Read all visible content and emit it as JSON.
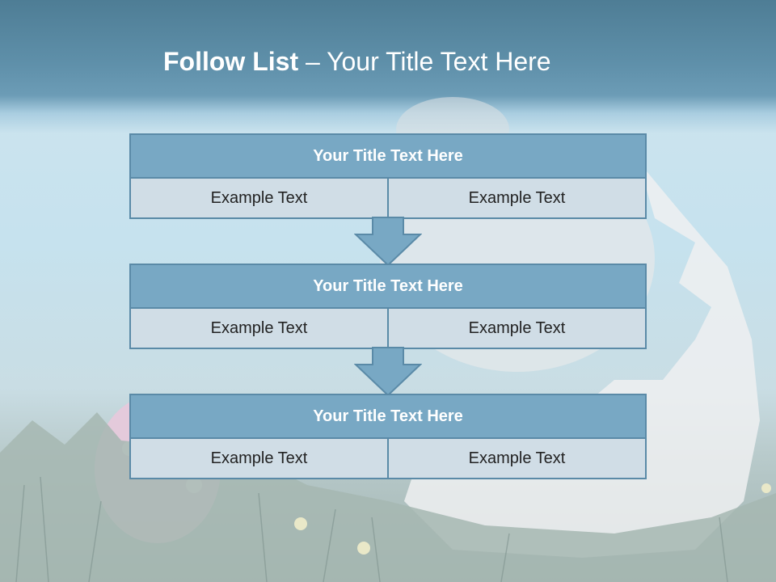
{
  "slide": {
    "title_bold": "Follow List",
    "title_rest": " – Your Title Text Here"
  },
  "steps": [
    {
      "title": "Your Title Text Here",
      "left": "Example Text",
      "right": "Example Text"
    },
    {
      "title": "Your Title Text Here",
      "left": "Example Text",
      "right": "Example Text"
    },
    {
      "title": "Your Title Text Here",
      "left": "Example Text",
      "right": "Example Text"
    }
  ],
  "colors": {
    "header": "#5f90aa",
    "block_title": "#78a8c4",
    "block_border": "#5a8aa7",
    "cell": "#d0dde6"
  }
}
